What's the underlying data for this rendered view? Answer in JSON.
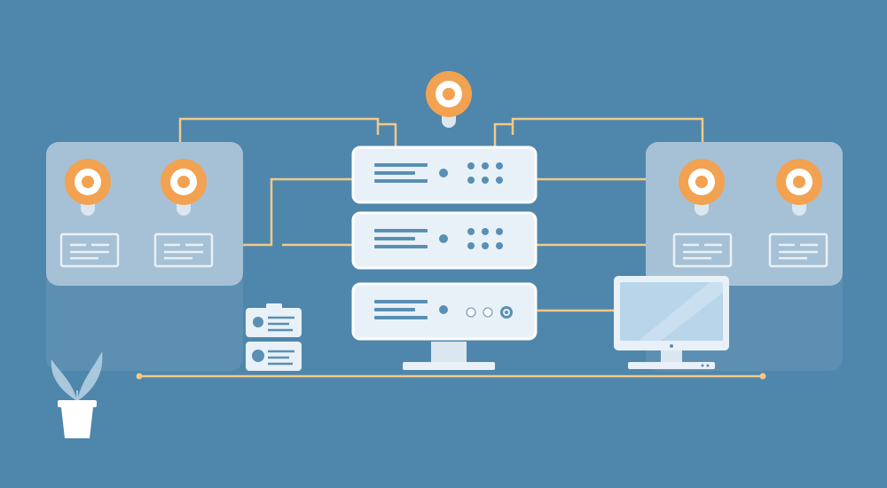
{
  "colors": {
    "background": "#4f86ab",
    "panel": "#a6c1d6",
    "panel_shadow": "#6a98ba",
    "server_face": "#e8f1f7",
    "server_border": "#ffffff",
    "server_detail": "#5a8fb4",
    "connector": "#f2c98a",
    "node_accent": "#f2a250",
    "node_center": "#ffffff",
    "node_stem": "#dbe7f0",
    "monitor_screen": "#b8d5ea",
    "plant_leaf": "#a9c8dc",
    "plant_pot": "#ffffff"
  },
  "diagram": {
    "servers": [
      {
        "id": "server-unit-1",
        "leds": [
          "dot",
          "dot",
          "dot",
          "dot",
          "dot",
          "dot"
        ]
      },
      {
        "id": "server-unit-2",
        "leds": [
          "dot",
          "dot",
          "dot",
          "dot",
          "dot",
          "dot"
        ]
      },
      {
        "id": "server-unit-3",
        "leds": [
          "circle",
          "circle",
          "ring"
        ]
      }
    ],
    "node_groups": [
      {
        "id": "left-node-group",
        "nodes": 2
      },
      {
        "id": "right-node-group",
        "nodes": 2
      }
    ],
    "icons": [
      "top-node-icon",
      "monitor-icon",
      "plant-icon",
      "id-card-icon",
      "contact-card-icon"
    ]
  }
}
